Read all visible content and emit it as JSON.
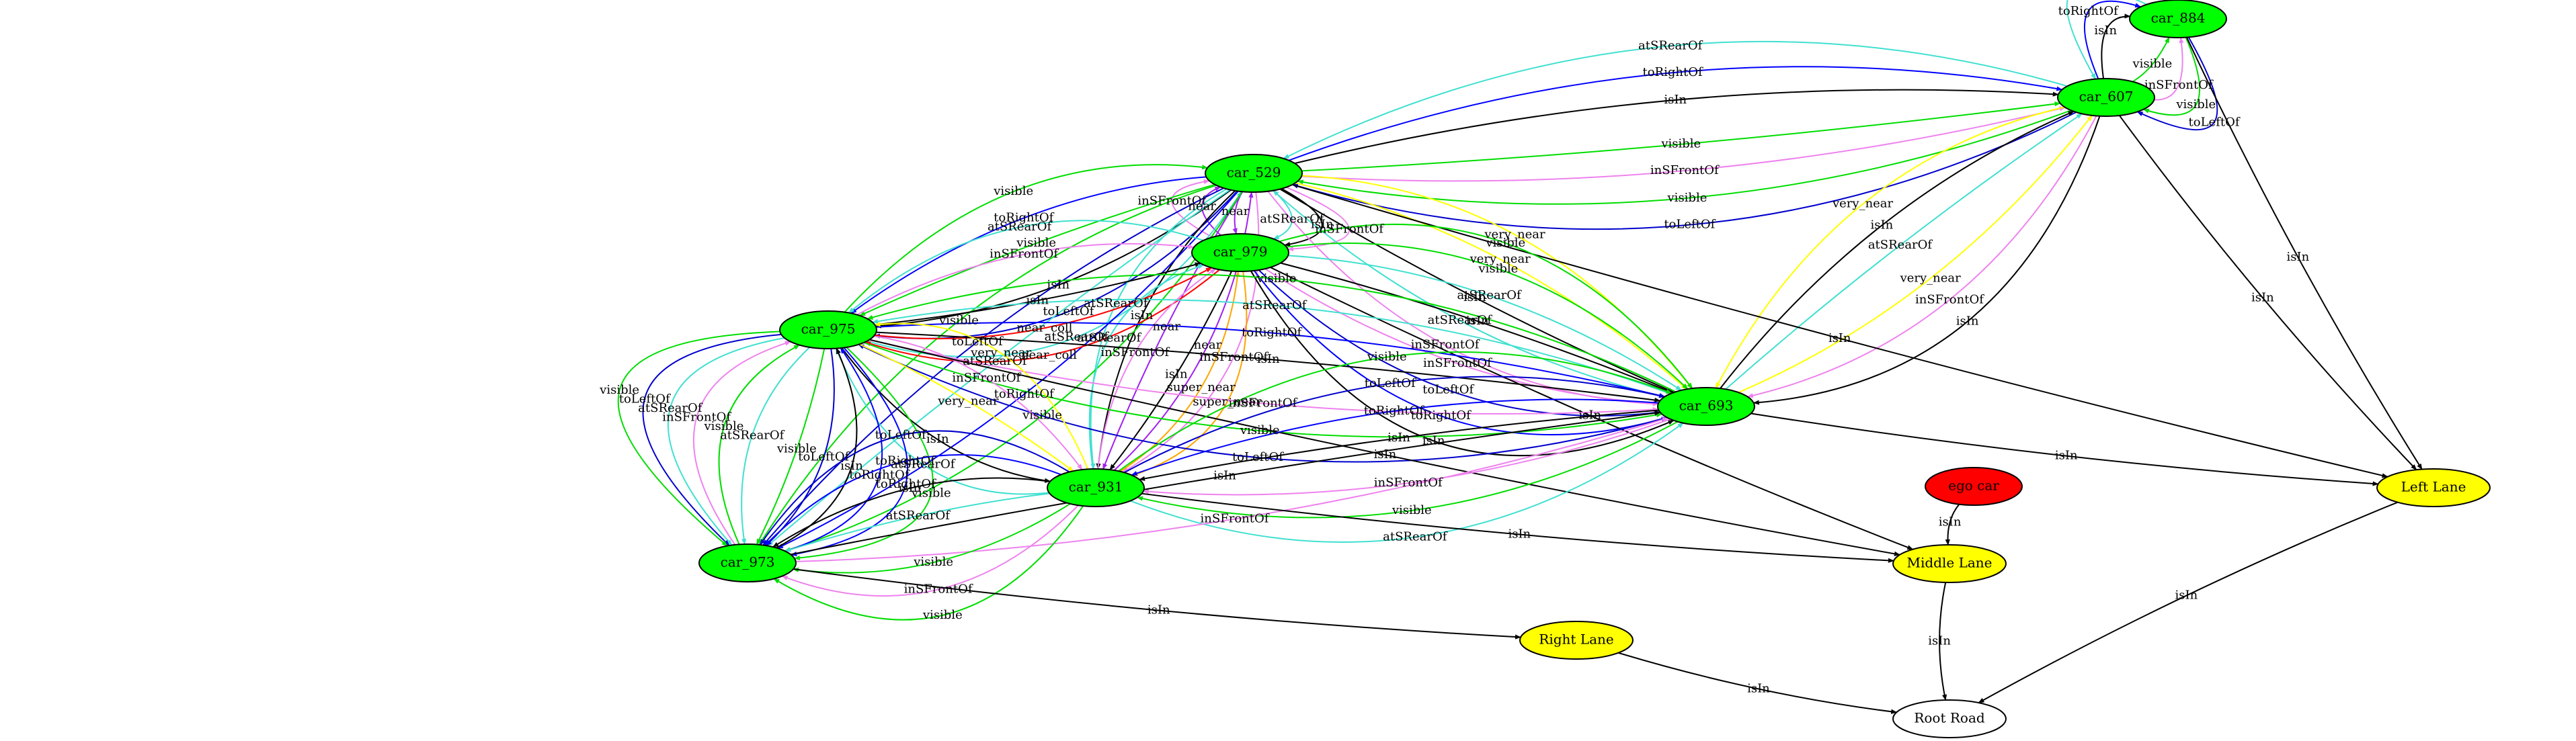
{
  "colors": {
    "car": "#00ff00",
    "ego": "#ff0000",
    "lane": "#ffff00",
    "road": "#ffffff",
    "visible": "#00dd00",
    "isIn": "#000000",
    "inSFrontOf": "#ee82ee",
    "toRightOf": "#0000ff",
    "toLeftOf": "#0000cc",
    "atSRearOf": "#40e0d0",
    "near": "#a020f0",
    "very_near": "#ffff00",
    "super_near": "#ffa500",
    "near_coll": "#ff0000"
  },
  "nodes": [
    {
      "id": "car_884",
      "label": "car_884",
      "kind": "car"
    },
    {
      "id": "car_607",
      "label": "car_607",
      "kind": "car"
    },
    {
      "id": "car_529",
      "label": "car_529",
      "kind": "car"
    },
    {
      "id": "car_979",
      "label": "car_979",
      "kind": "car"
    },
    {
      "id": "car_975",
      "label": "car_975",
      "kind": "car"
    },
    {
      "id": "car_693",
      "label": "car_693",
      "kind": "car"
    },
    {
      "id": "car_931",
      "label": "car_931",
      "kind": "car"
    },
    {
      "id": "car_973",
      "label": "car_973",
      "kind": "car"
    },
    {
      "id": "ego_car",
      "label": "ego car",
      "kind": "ego"
    },
    {
      "id": "left_lane",
      "label": "Left Lane",
      "kind": "lane"
    },
    {
      "id": "middle_lane",
      "label": "Middle Lane",
      "kind": "lane"
    },
    {
      "id": "right_lane",
      "label": "Right Lane",
      "kind": "lane"
    },
    {
      "id": "root_road",
      "label": "Root Road",
      "kind": "road"
    }
  ],
  "edges": [
    {
      "from": "car_607",
      "to": "car_884",
      "label": "visible"
    },
    {
      "from": "car_607",
      "to": "car_884",
      "label": "isIn"
    },
    {
      "from": "car_607",
      "to": "car_884",
      "label": "inSFrontOf"
    },
    {
      "from": "car_607",
      "to": "car_884",
      "label": "toRightOf"
    },
    {
      "from": "car_884",
      "to": "car_607",
      "label": "visible"
    },
    {
      "from": "car_884",
      "to": "car_607",
      "label": "atSRearOf"
    },
    {
      "from": "car_884",
      "to": "car_607",
      "label": "toLeftOf"
    },
    {
      "from": "car_884",
      "to": "left_lane",
      "label": "isIn"
    },
    {
      "from": "car_529",
      "to": "car_607",
      "label": "visible"
    },
    {
      "from": "car_529",
      "to": "car_607",
      "label": "isIn"
    },
    {
      "from": "car_529",
      "to": "car_607",
      "label": "inSFrontOf"
    },
    {
      "from": "car_529",
      "to": "car_607",
      "label": "toRightOf"
    },
    {
      "from": "car_607",
      "to": "car_529",
      "label": "visible"
    },
    {
      "from": "car_607",
      "to": "car_529",
      "label": "atSRearOf"
    },
    {
      "from": "car_607",
      "to": "car_529",
      "label": "toLeftOf"
    },
    {
      "from": "car_607",
      "to": "left_lane",
      "label": "isIn"
    },
    {
      "from": "car_693",
      "to": "car_607",
      "label": "atSRearOf"
    },
    {
      "from": "car_693",
      "to": "car_607",
      "label": "very_near"
    },
    {
      "from": "car_693",
      "to": "car_607",
      "label": "isIn"
    },
    {
      "from": "car_607",
      "to": "car_693",
      "label": "inSFrontOf"
    },
    {
      "from": "car_607",
      "to": "car_693",
      "label": "very_near"
    },
    {
      "from": "car_607",
      "to": "car_693",
      "label": "isIn"
    },
    {
      "from": "car_529",
      "to": "car_979",
      "label": "near"
    },
    {
      "from": "car_529",
      "to": "car_979",
      "label": "atSRearOf"
    },
    {
      "from": "car_979",
      "to": "car_529",
      "label": "near"
    },
    {
      "from": "car_529",
      "to": "car_979",
      "label": "isIn"
    },
    {
      "from": "car_979",
      "to": "car_529",
      "label": "inSFrontOf"
    },
    {
      "from": "car_529",
      "to": "car_975",
      "label": "visible"
    },
    {
      "from": "car_529",
      "to": "car_975",
      "label": "isIn"
    },
    {
      "from": "car_529",
      "to": "car_975",
      "label": "toRightOf"
    },
    {
      "from": "car_529",
      "to": "car_975",
      "label": "toLeftOf"
    },
    {
      "from": "car_975",
      "to": "car_529",
      "label": "visible"
    },
    {
      "from": "car_975",
      "to": "car_529",
      "label": "atSRearOf"
    },
    {
      "from": "car_529",
      "to": "car_979",
      "label": "inSFrontOf"
    },
    {
      "from": "car_529",
      "to": "car_693",
      "label": "isIn"
    },
    {
      "from": "car_529",
      "to": "car_693",
      "label": "very_near"
    },
    {
      "from": "car_693",
      "to": "car_529",
      "label": "atSRearOf"
    },
    {
      "from": "car_529",
      "to": "car_693",
      "label": "very_near"
    },
    {
      "from": "car_529",
      "to": "car_693",
      "label": "inSFrontOf"
    },
    {
      "from": "car_529",
      "to": "left_lane",
      "label": "isIn"
    },
    {
      "from": "car_529",
      "to": "car_931",
      "label": "near"
    },
    {
      "from": "car_931",
      "to": "car_529",
      "label": "near"
    },
    {
      "from": "car_529",
      "to": "car_931",
      "label": "isIn"
    },
    {
      "from": "car_529",
      "to": "car_931",
      "label": "inSFrontOf"
    },
    {
      "from": "car_529",
      "to": "car_931",
      "label": "atSRearOf"
    },
    {
      "from": "car_529",
      "to": "car_973",
      "label": "atSRearOf"
    },
    {
      "from": "car_529",
      "to": "car_973",
      "label": "toRightOf"
    },
    {
      "from": "car_529",
      "to": "car_973",
      "label": "toLeftOf"
    },
    {
      "from": "car_529",
      "to": "car_973",
      "label": "visible"
    },
    {
      "from": "car_529",
      "to": "car_973",
      "label": "visible"
    },
    {
      "from": "car_975",
      "to": "car_979",
      "label": "isIn"
    },
    {
      "from": "car_975",
      "to": "car_979",
      "label": "inSFrontOf"
    },
    {
      "from": "car_975",
      "to": "car_979",
      "label": "near_coll"
    },
    {
      "from": "car_979",
      "to": "car_975",
      "label": "atSRearOf"
    },
    {
      "from": "car_979",
      "to": "car_975",
      "label": "near_coll"
    },
    {
      "from": "car_979",
      "to": "car_693",
      "label": "isIn"
    },
    {
      "from": "car_979",
      "to": "car_693",
      "label": "inSFrontOf"
    },
    {
      "from": "car_979",
      "to": "car_693",
      "label": "atSRearOf"
    },
    {
      "from": "car_979",
      "to": "car_693",
      "label": "toLeftOf"
    },
    {
      "from": "car_979",
      "to": "car_693",
      "label": "visible"
    },
    {
      "from": "car_979",
      "to": "car_693",
      "label": "toRightOf"
    },
    {
      "from": "car_979",
      "to": "car_693",
      "label": "visible"
    },
    {
      "from": "car_979",
      "to": "car_693",
      "label": "isIn"
    },
    {
      "from": "car_979",
      "to": "car_931",
      "label": "isIn"
    },
    {
      "from": "car_931",
      "to": "car_979",
      "label": "inSFrontOf"
    },
    {
      "from": "car_931",
      "to": "car_979",
      "label": "super_near"
    },
    {
      "from": "car_931",
      "to": "car_979",
      "label": "atSRearOf"
    },
    {
      "from": "car_979",
      "to": "car_931",
      "label": "super_near"
    },
    {
      "from": "car_979",
      "to": "middle_lane",
      "label": "isIn"
    },
    {
      "from": "car_975",
      "to": "car_693",
      "label": "isIn"
    },
    {
      "from": "car_975",
      "to": "car_693",
      "label": "inSFrontOf"
    },
    {
      "from": "car_975",
      "to": "car_693",
      "label": "toRightOf"
    },
    {
      "from": "car_975",
      "to": "car_693",
      "label": "visible"
    },
    {
      "from": "car_693",
      "to": "car_975",
      "label": "atSRearOf"
    },
    {
      "from": "car_693",
      "to": "car_975",
      "label": "toLeftOf"
    },
    {
      "from": "car_693",
      "to": "car_975",
      "label": "visible"
    },
    {
      "from": "car_975",
      "to": "car_931",
      "label": "very_near"
    },
    {
      "from": "car_975",
      "to": "car_931",
      "label": "isIn"
    },
    {
      "from": "car_975",
      "to": "car_931",
      "label": "inSFrontOf"
    },
    {
      "from": "car_931",
      "to": "car_975",
      "label": "atSRearOf"
    },
    {
      "from": "car_931",
      "to": "car_975",
      "label": "very_near"
    },
    {
      "from": "car_975",
      "to": "car_973",
      "label": "visible"
    },
    {
      "from": "car_975",
      "to": "car_973",
      "label": "atSRearOf"
    },
    {
      "from": "car_975",
      "to": "car_973",
      "label": "toLeftOf"
    },
    {
      "from": "car_973",
      "to": "car_975",
      "label": "visible"
    },
    {
      "from": "car_973",
      "to": "car_975",
      "label": "isIn"
    },
    {
      "from": "car_973",
      "to": "car_975",
      "label": "inSFrontOf"
    },
    {
      "from": "car_973",
      "to": "car_975",
      "label": "toRightOf"
    },
    {
      "from": "car_975",
      "to": "car_973",
      "label": "atSRearOf"
    },
    {
      "from": "car_975",
      "to": "car_973",
      "label": "toRightOf"
    },
    {
      "from": "car_975",
      "to": "car_973",
      "label": "toLeftOf"
    },
    {
      "from": "car_975",
      "to": "car_973",
      "label": "visible"
    },
    {
      "from": "car_975",
      "to": "car_973",
      "label": "visible"
    },
    {
      "from": "car_975",
      "to": "middle_lane",
      "label": "isIn"
    },
    {
      "from": "car_693",
      "to": "car_931",
      "label": "isIn"
    },
    {
      "from": "car_693",
      "to": "car_931",
      "label": "inSFrontOf"
    },
    {
      "from": "car_693",
      "to": "car_931",
      "label": "toRightOf"
    },
    {
      "from": "car_693",
      "to": "car_931",
      "label": "visible"
    },
    {
      "from": "car_931",
      "to": "car_693",
      "label": "toLeftOf"
    },
    {
      "from": "car_931",
      "to": "car_693",
      "label": "atSRearOf"
    },
    {
      "from": "car_931",
      "to": "car_693",
      "label": "visible"
    },
    {
      "from": "car_693",
      "to": "left_lane",
      "label": "isIn"
    },
    {
      "from": "car_973",
      "to": "car_693",
      "label": "isIn"
    },
    {
      "from": "car_973",
      "to": "car_693",
      "label": "inSFrontOf"
    },
    {
      "from": "car_931",
      "to": "car_973",
      "label": "atSRearOf"
    },
    {
      "from": "car_931",
      "to": "car_973",
      "label": "visible"
    },
    {
      "from": "car_931",
      "to": "car_973",
      "label": "isIn"
    },
    {
      "from": "car_931",
      "to": "car_973",
      "label": "inSFrontOf"
    },
    {
      "from": "car_931",
      "to": "car_973",
      "label": "toRightOf"
    },
    {
      "from": "car_931",
      "to": "car_973",
      "label": "visible"
    },
    {
      "from": "car_931",
      "to": "car_973",
      "label": "toLeftOf"
    },
    {
      "from": "car_931",
      "to": "middle_lane",
      "label": "isIn"
    },
    {
      "from": "ego_car",
      "to": "middle_lane",
      "label": "isIn"
    },
    {
      "from": "car_973",
      "to": "right_lane",
      "label": "isIn"
    },
    {
      "from": "left_lane",
      "to": "root_road",
      "label": "isIn"
    },
    {
      "from": "middle_lane",
      "to": "root_road",
      "label": "isIn"
    },
    {
      "from": "right_lane",
      "to": "root_road",
      "label": "isIn"
    }
  ]
}
